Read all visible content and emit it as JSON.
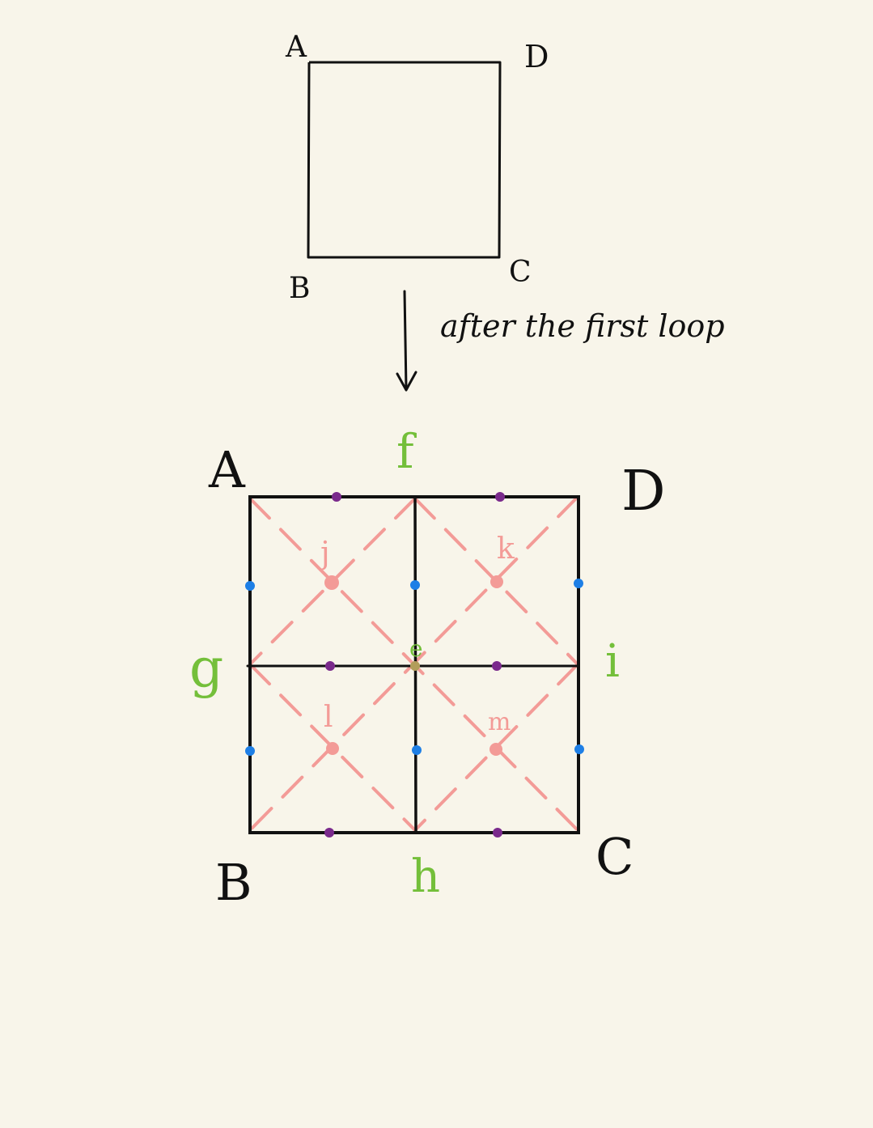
{
  "colors": {
    "background": "#f8f5ea",
    "ink": "#111111",
    "midpoint_green": "#74bf3a",
    "diagonal_pink": "#f39b97",
    "dot_purple": "#7a2a8c",
    "dot_blue": "#1e7fe6"
  },
  "top_square": {
    "labels": {
      "a": "A",
      "d": "D",
      "b": "B",
      "c": "C"
    }
  },
  "arrow": {
    "caption": "after the first loop"
  },
  "bottom_square": {
    "corner_labels": {
      "a": "A",
      "d": "D",
      "b": "B",
      "c": "C"
    },
    "midpoint_labels": {
      "f": "f",
      "g": "g",
      "h": "h",
      "i": "i",
      "e": "e"
    },
    "center_labels": {
      "j": "j",
      "k": "k",
      "l": "l",
      "m": "m"
    }
  }
}
